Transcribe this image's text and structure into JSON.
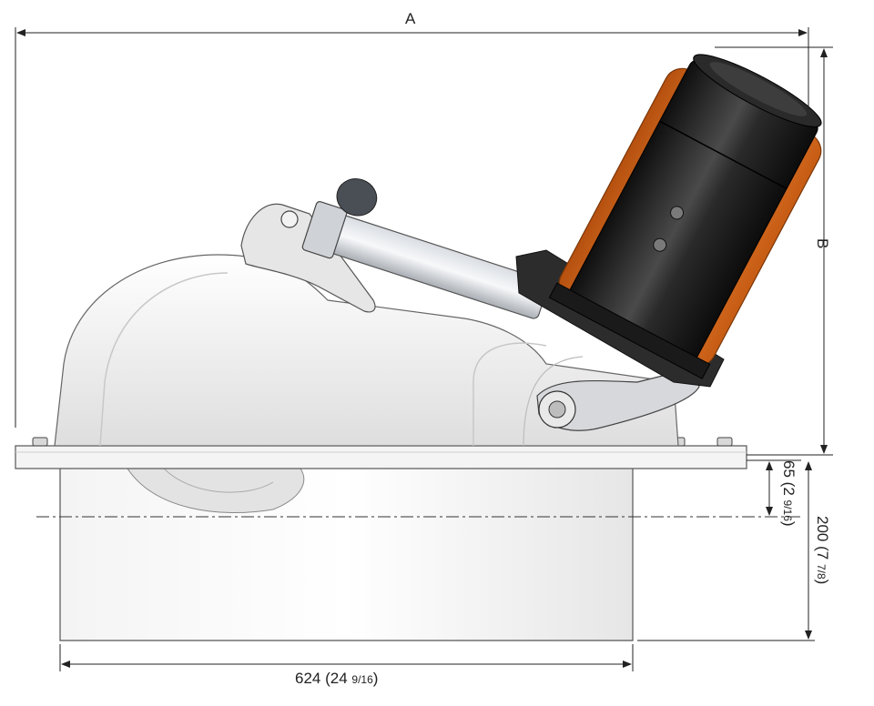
{
  "dimensions": {
    "overall_width_label": "A",
    "overall_height_label": "B",
    "flange_to_centerline": {
      "value": "65",
      "imperial_whole": "2",
      "imperial_fraction": "9/16"
    },
    "tunnel_depth": {
      "value": "200",
      "imperial_whole": "7",
      "imperial_fraction": "7/8"
    },
    "tunnel_width": {
      "value": "624",
      "imperial_whole": "24",
      "imperial_fraction": "9/16"
    }
  },
  "colors": {
    "motor_orange": "#e8731f",
    "motor_black": "#1e1e1e",
    "housing_light": "#eeeeee",
    "outline": "#555555"
  }
}
